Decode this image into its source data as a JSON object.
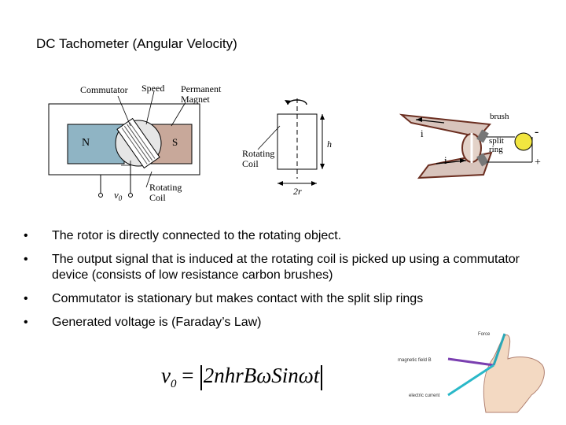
{
  "slide": {
    "title": "DC Tachometer (Angular Velocity)"
  },
  "diagram_left": {
    "label_commutator": "Commutator",
    "label_speed": "Speed",
    "label_magnet_line1": "Permanent",
    "label_magnet_line2": "Magnet",
    "pole_north": "N",
    "pole_south": "S",
    "label_output": "v",
    "label_output_sub": "0",
    "label_coil_line1": "Rotating",
    "label_coil_line2": "Coil",
    "magnet_color": "#c8a89a",
    "north_color": "#8fb4c4"
  },
  "diagram_middle": {
    "label_h": "h",
    "label_2r": "2r",
    "label_coil_line1": "Rotating",
    "label_coil_line2": "Coil"
  },
  "diagram_right": {
    "label_current_top": "i",
    "label_current_bottom": "i",
    "label_brush": "brush",
    "label_split_line1": "split",
    "label_split_line2": "ring",
    "label_minus": "-",
    "label_plus": "+",
    "bulb_color": "#f2e640"
  },
  "bullets": [
    "The rotor is directly connected to the rotating object.",
    "The output signal that is induced at the rotating coil is picked up using a commutator device (consists of low resistance carbon brushes)",
    "Commutator is stationary but makes contact with the split slip rings",
    "Generated voltage is (Faraday’s Law)"
  ],
  "bullet_symbol": "•",
  "formula": {
    "lhs": "v",
    "lhs_sub": "0",
    "equals": "=",
    "body": "2nhrBωSinωt"
  },
  "hand_image": {
    "label_force": "Force ",
    "label_field": "magnetic field B",
    "label_current": "electric current"
  }
}
